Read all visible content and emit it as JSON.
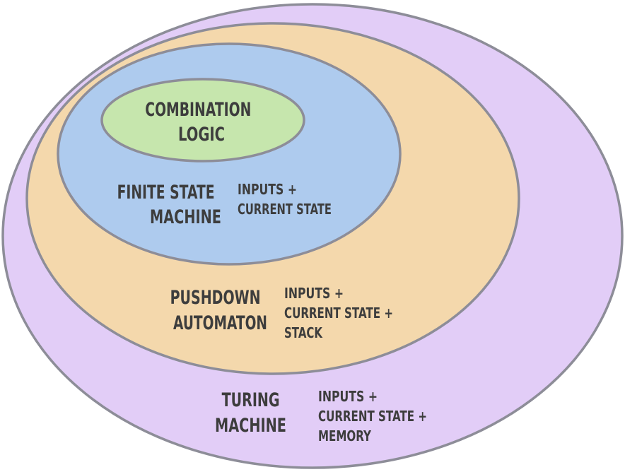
{
  "levels": {
    "turing": {
      "name_lines": [
        "TURING",
        "MACHINE"
      ],
      "desc_lines": [
        "INPUTS +",
        "CURRENT STATE +",
        "MEMORY"
      ],
      "fill": "#e2cdf7"
    },
    "pushdown": {
      "name_lines": [
        "PUSHDOWN",
        "AUTOMATON"
      ],
      "desc_lines": [
        "INPUTS +",
        "CURRENT STATE +",
        "STACK"
      ],
      "fill": "#f4d8ac"
    },
    "fsm": {
      "name_lines": [
        "FINITE STATE",
        "MACHINE"
      ],
      "desc_lines": [
        "INPUTS +",
        "CURRENT STATE"
      ],
      "fill": "#aecbee"
    },
    "combination": {
      "name_lines": [
        "COMBINATION",
        "LOGIC"
      ],
      "fill": "#c6e6ad"
    }
  },
  "stroke_color": "#8d8d98",
  "text_color": "#3d3d3d"
}
